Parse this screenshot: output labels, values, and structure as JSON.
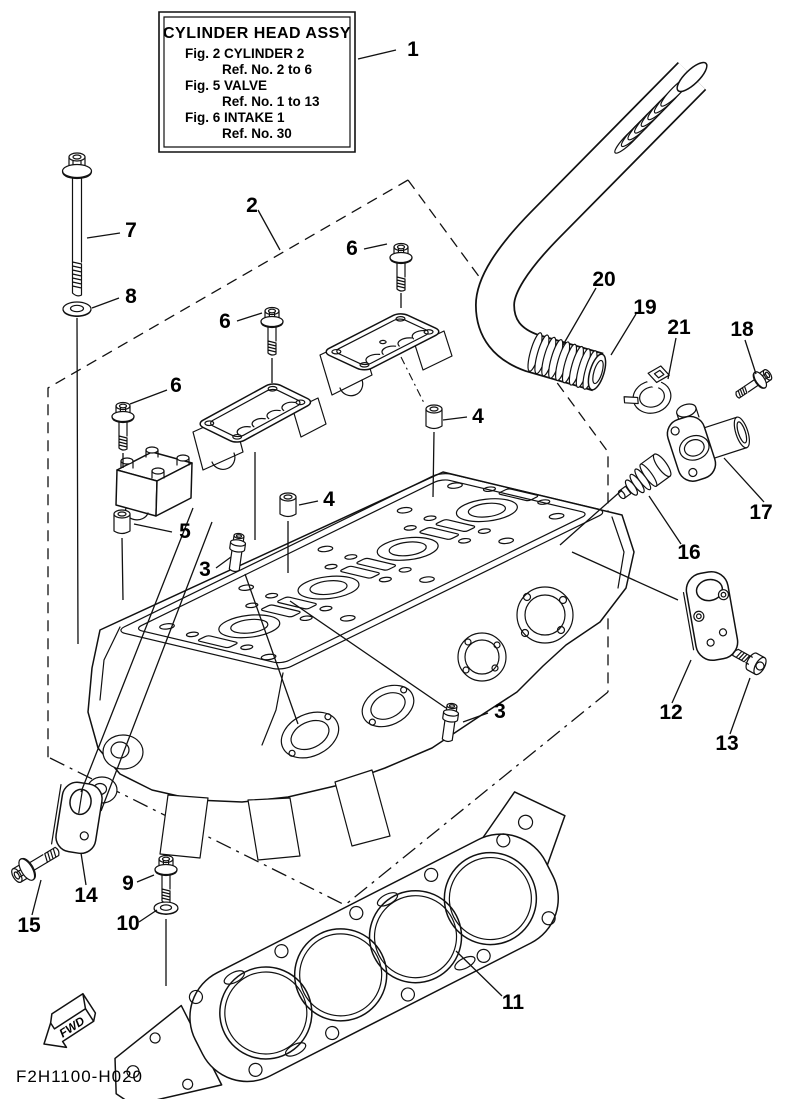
{
  "page": {
    "background": "#ffffff",
    "line_color": "#111111"
  },
  "info_box": {
    "title": "CYLINDER HEAD ASSY",
    "lines": [
      "Fig.  2 CYLINDER 2",
      "Ref. No. 2 to 6",
      "Fig.  5 VALVE",
      "Ref. No. 1 to 13",
      "Fig.  6 INTAKE 1",
      "Ref. No. 30"
    ]
  },
  "callouts": [
    {
      "ref": "1"
    },
    {
      "ref": "2"
    },
    {
      "ref": "7"
    },
    {
      "ref": "8"
    },
    {
      "ref": "6"
    },
    {
      "ref": "6"
    },
    {
      "ref": "6"
    },
    {
      "ref": "20"
    },
    {
      "ref": "19"
    },
    {
      "ref": "21"
    },
    {
      "ref": "18"
    },
    {
      "ref": "4"
    },
    {
      "ref": "4"
    },
    {
      "ref": "5"
    },
    {
      "ref": "3"
    },
    {
      "ref": "17"
    },
    {
      "ref": "16"
    },
    {
      "ref": "12"
    },
    {
      "ref": "13"
    },
    {
      "ref": "3"
    },
    {
      "ref": "14"
    },
    {
      "ref": "9"
    },
    {
      "ref": "15"
    },
    {
      "ref": "10"
    },
    {
      "ref": "11"
    }
  ],
  "footer": {
    "diagram_code": "F2H1100-H020",
    "direction_label": "FWD"
  }
}
